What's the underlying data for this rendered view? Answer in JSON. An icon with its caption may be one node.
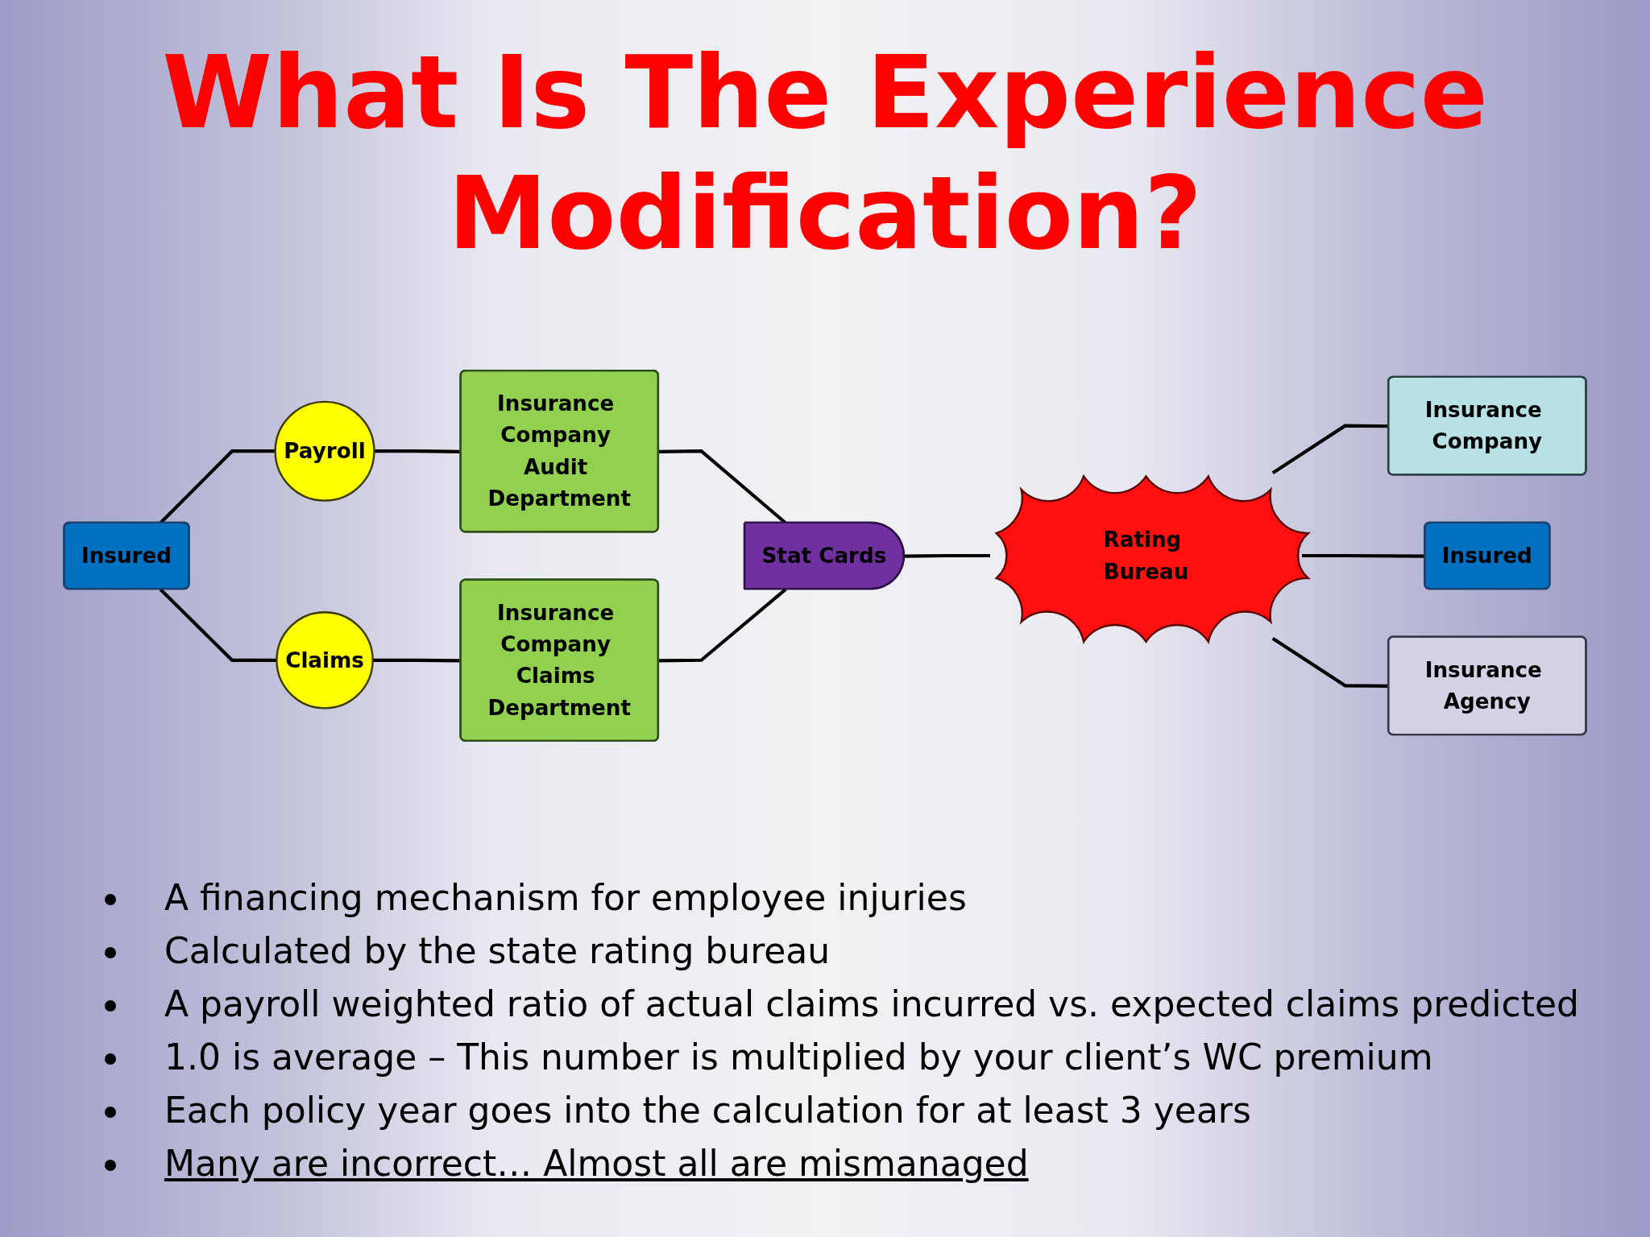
{
  "diagram": {
    "title": "What Is The Experience Modification?",
    "nodes": [
      {
        "text": [
          "Insured"
        ]
      },
      {
        "text": [
          "Payroll"
        ]
      },
      {
        "text": [
          "Insurance Company Audit Department"
        ]
      },
      {
        "text": [
          "Claims"
        ]
      },
      {
        "text": [
          "Insurance Company Claims Department"
        ]
      },
      {
        "text": [
          "Stat Cards"
        ]
      },
      {
        "text": [
          "Rating Bureau"
        ]
      },
      {
        "text": [
          "Insurance Company"
        ]
      },
      {
        "text": [
          "Insured"
        ]
      },
      {
        "text": [
          "Insurance Agency"
        ]
      }
    ],
    "edges": [
      {
        "from": 0,
        "to": 1,
        "arrow": "none"
      },
      {
        "from": 0,
        "to": 3,
        "arrow": "none"
      },
      {
        "from": 1,
        "to": 2,
        "arrow": "none"
      },
      {
        "from": 3,
        "to": 4,
        "arrow": "none"
      },
      {
        "from": 2,
        "to": 5,
        "arrow": "none"
      },
      {
        "from": 4,
        "to": 5,
        "arrow": "none"
      },
      {
        "from": 5,
        "to": 6,
        "arrow": "none"
      },
      {
        "from": 6,
        "to": 7,
        "arrow": "none"
      },
      {
        "from": 6,
        "to": 8,
        "arrow": "none"
      },
      {
        "from": 6,
        "to": 9,
        "arrow": "none"
      }
    ],
    "labels": [
      "A financing mechanism for employee injuries",
      "Calculated by the state rating bureau",
      "A payroll weighted ratio of actual claims incurred vs. expected claims predicted",
      "1.0 is average – This number is multiplied by your client’s WC premium",
      "Each policy year goes into the calculation for at least 3 years",
      "Many are incorrect… Almost all are mismanaged"
    ]
  }
}
